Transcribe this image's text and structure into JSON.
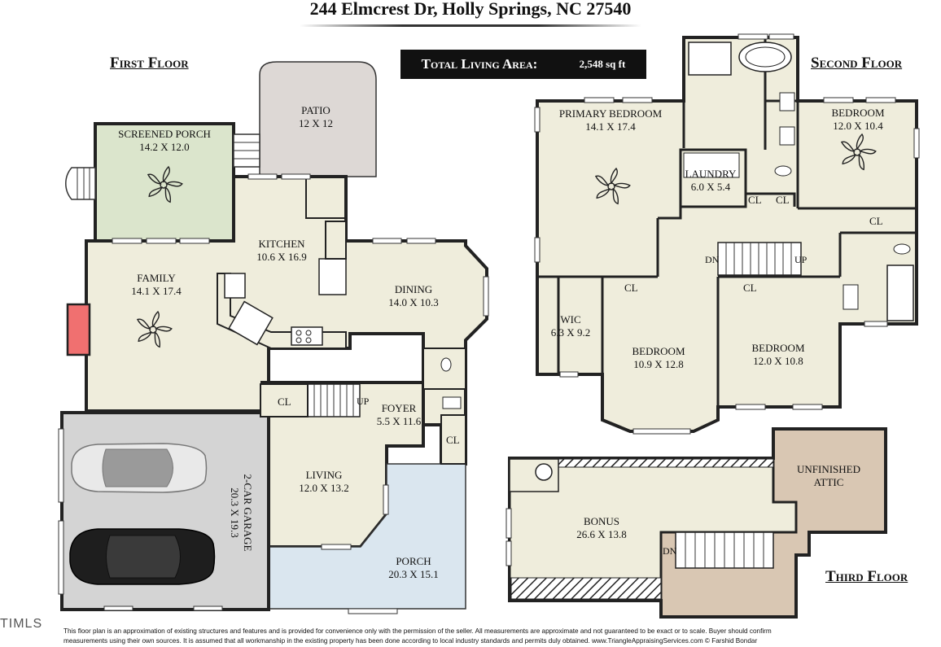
{
  "header": {
    "address": "244 Elmcrest Dr, Holly Springs, NC 27540"
  },
  "summary": {
    "label": "Total Living Area:",
    "value": "2,548 sq ft"
  },
  "floors": {
    "first": "First Floor",
    "second": "Second Floor",
    "third": "Third Floor"
  },
  "rooms": {
    "patio": {
      "name": "PATIO",
      "dims": "12 X 12"
    },
    "screened_porch": {
      "name": "SCREENED PORCH",
      "dims": "14.2 X 12.0"
    },
    "kitchen": {
      "name": "KITCHEN",
      "dims": "10.6 X 16.9"
    },
    "family": {
      "name": "FAMILY",
      "dims": "14.1 X 17.4"
    },
    "dining": {
      "name": "DINING",
      "dims": "14.0 X 10.3"
    },
    "foyer": {
      "name": "FOYER",
      "dims": "5.5 X 11.6"
    },
    "living": {
      "name": "LIVING",
      "dims": "12.0 X 13.2"
    },
    "porch": {
      "name": "PORCH",
      "dims": "20.3 X 15.1"
    },
    "garage": {
      "name": "2-CAR GARAGE",
      "dims": "20.3 X 19.3"
    },
    "primary_bedroom": {
      "name": "PRIMARY BEDROOM",
      "dims": "14.1 X 17.4"
    },
    "laundry": {
      "name": "LAUNDRY",
      "dims": "6.0 X 5.4"
    },
    "bedroom_ne": {
      "name": "BEDROOM",
      "dims": "12.0 X 10.4"
    },
    "wic": {
      "name": "WIC",
      "dims": "6.3 X 9.2"
    },
    "bedroom_mid": {
      "name": "BEDROOM",
      "dims": "10.9 X 12.8"
    },
    "bedroom_right": {
      "name": "BEDROOM",
      "dims": "12.0 X 10.8"
    },
    "bonus": {
      "name": "BONUS",
      "dims": "26.6 X 13.8"
    },
    "attic": {
      "name": "UNFINISHED",
      "dims": "ATTIC"
    }
  },
  "closets": {
    "label": "CL"
  },
  "stairs": {
    "up": "UP",
    "down": "DN"
  },
  "branding": {
    "mls": "TIMLS"
  },
  "footer": {
    "line1": "This floor plan is an approximation of existing structures and features and is provided for convenience only with the permission of the seller.  All measurements are approximate and not guaranteed to be exact or to scale.  Buyer should confirm",
    "line2": "measurements using their own sources.  It is assumed that all workmanship in the existing property has been done according to local industry standards and permits duly obtained.        www.TriangleAppraisingServices.com    © Farshid Bondar"
  },
  "colors": {
    "floor": "#efeddc",
    "porch_screened": "#dbe5cc",
    "patio": "#ddd8d5",
    "porch": "#dae6ef",
    "garage": "#d4d4d4",
    "attic": "#d9c7b3",
    "fireplace": "#f07070",
    "summary_bg": "#111111"
  }
}
